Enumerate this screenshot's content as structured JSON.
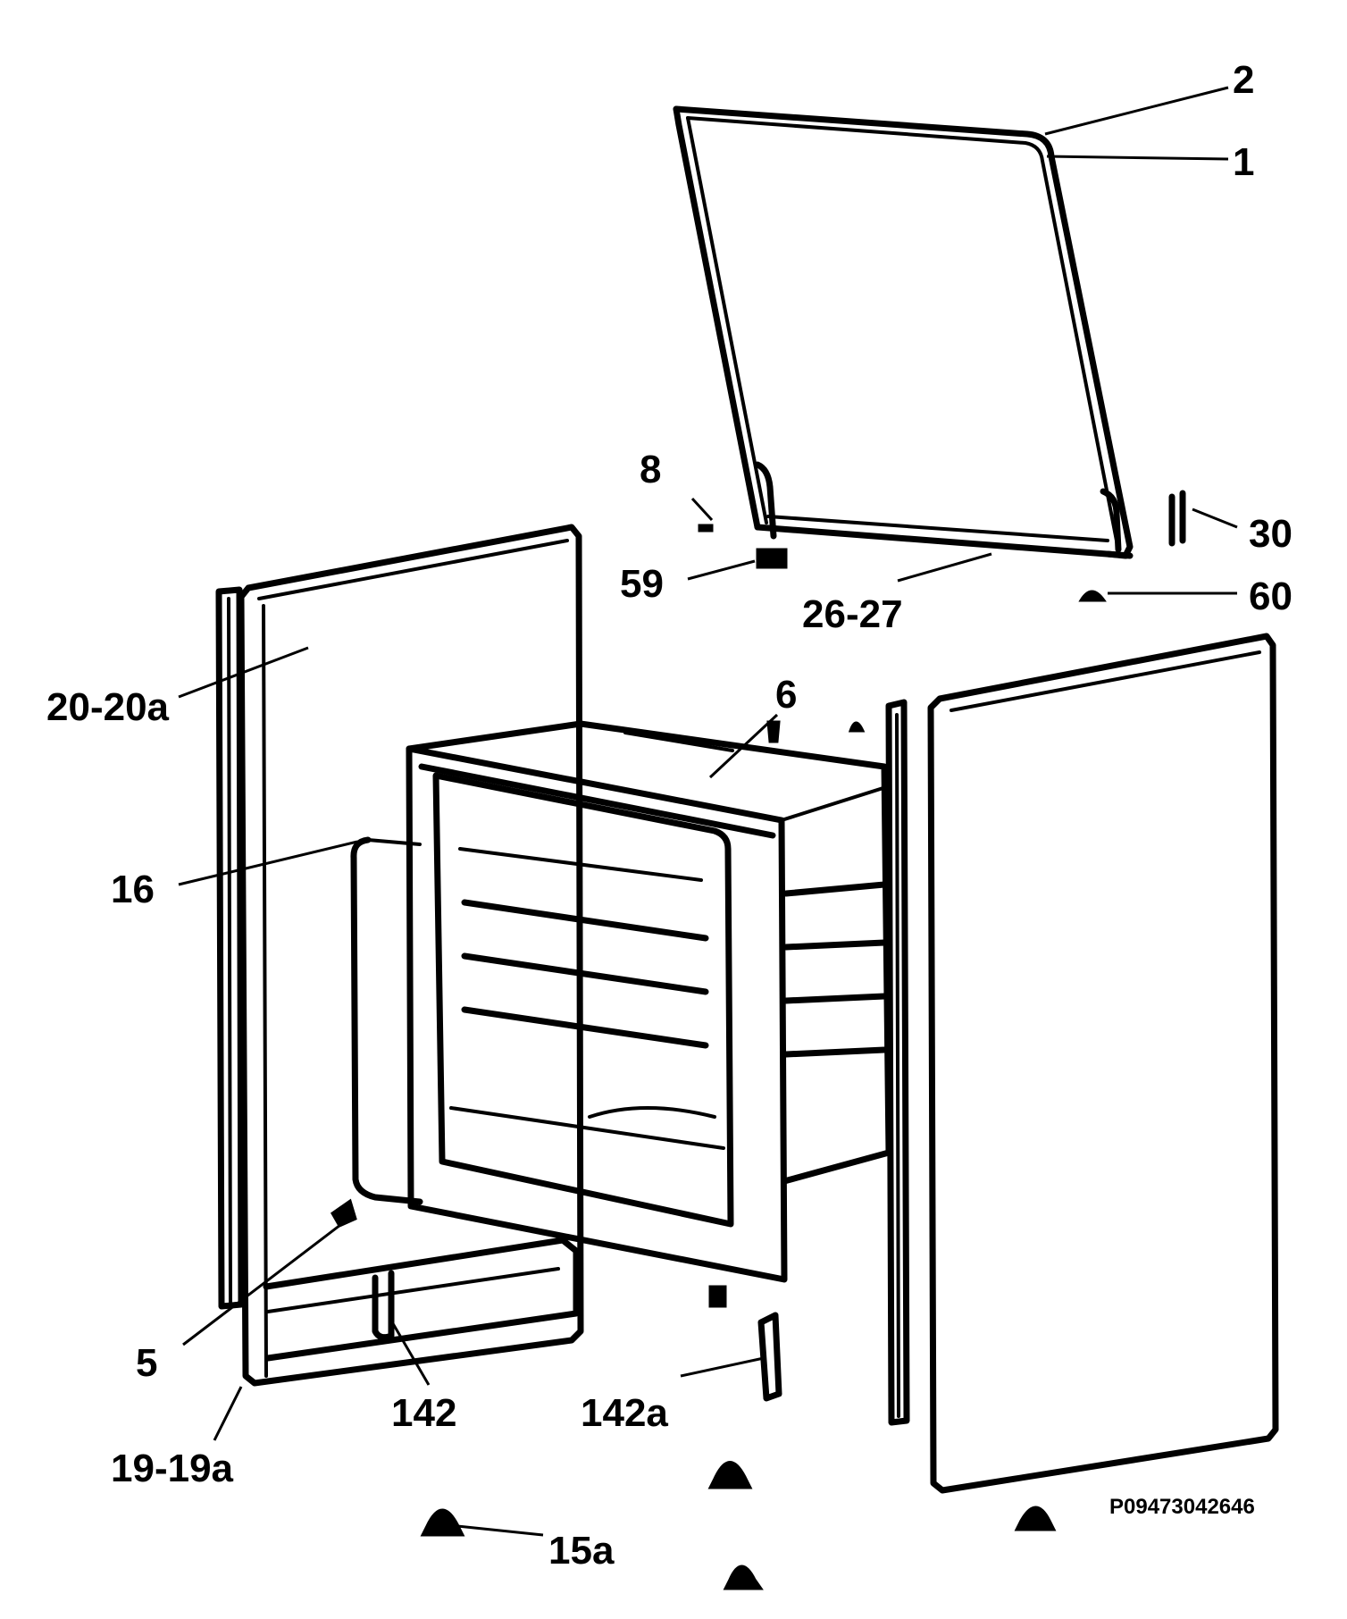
{
  "labels": {
    "p2": "2",
    "p1": "1",
    "p8": "8",
    "p30": "30",
    "p59": "59",
    "p60": "60",
    "p26_27": "26-27",
    "p6": "6",
    "p20_20a": "20-20a",
    "p16": "16",
    "p5": "5",
    "p142": "142",
    "p142a": "142a",
    "p19_19a": "19-19a",
    "p15a": "15a"
  },
  "drawing_code": "P09473042646"
}
